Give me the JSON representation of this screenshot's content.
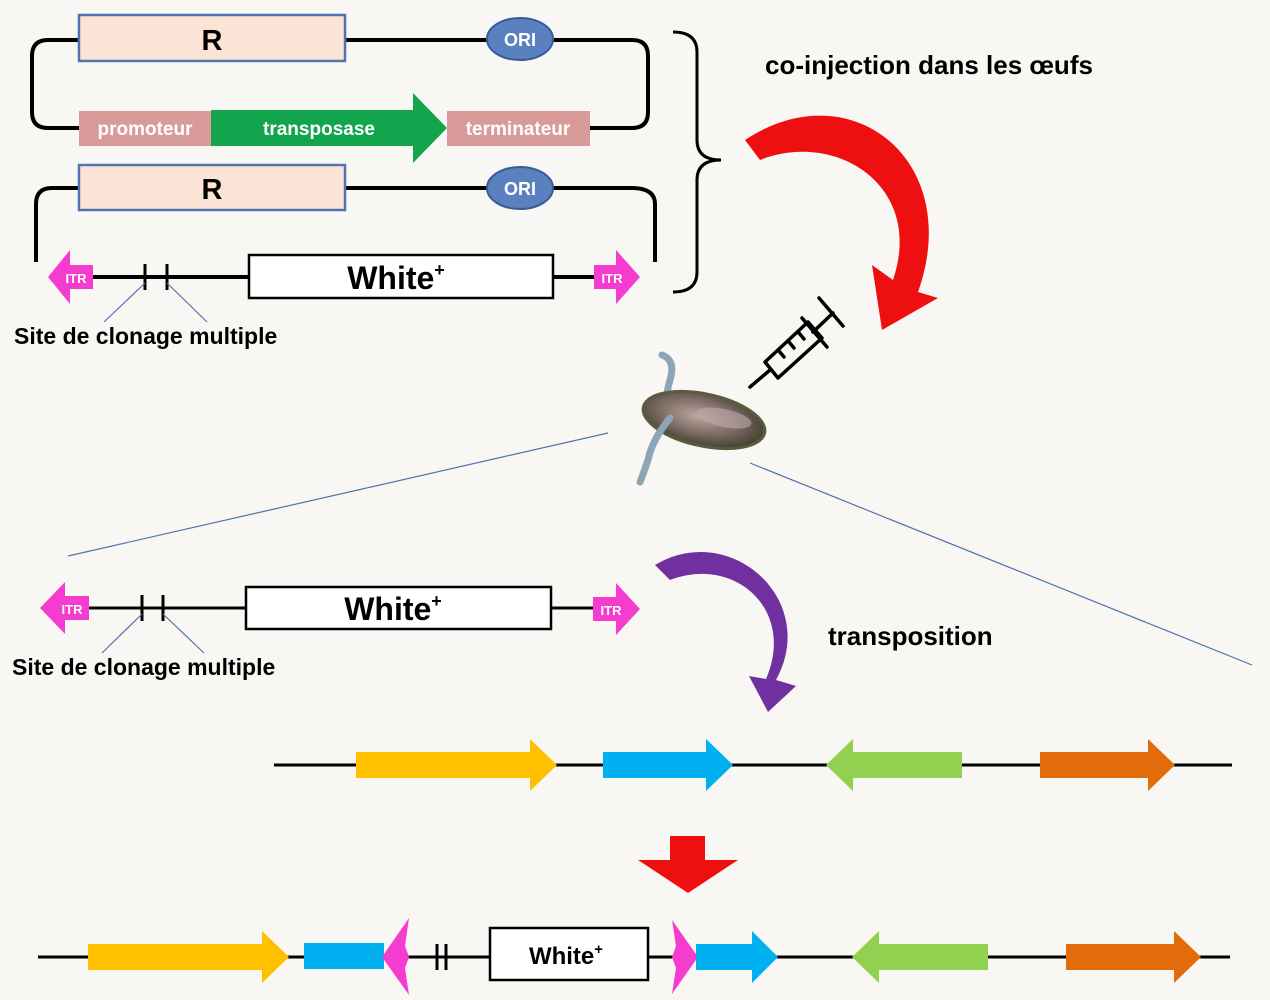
{
  "colors": {
    "background": "#f8f7f3",
    "r_box": "#fbe4d5",
    "r_box_border": "#4f74b0",
    "ori": "#5b80c0",
    "promoter": "#d99a9a",
    "transposase": "#12a54e",
    "itr": "#f43dce",
    "red_arrow": "#ee1010",
    "purple_arrow": "#7030a0",
    "gene_yellow": "#ffc000",
    "gene_blue": "#00b0f0",
    "gene_green": "#92d050",
    "gene_orange": "#e36c0a"
  },
  "plasmid1": {
    "r_label": "R",
    "ori_label": "ORI",
    "promoter_label": "promoteur",
    "transposase_label": "transposase",
    "terminator_label": "terminateur"
  },
  "plasmid2": {
    "r_label": "R",
    "ori_label": "ORI",
    "itr_left": "ITR",
    "itr_right": "ITR",
    "white_label": "White",
    "white_sup": "+",
    "mcs_label": "Site de clonage multiple"
  },
  "coinjection_label": "co-injection dans les œufs",
  "zoom_construct": {
    "itr_left": "ITR",
    "itr_right": "ITR",
    "white_label": "White",
    "white_sup": "+",
    "mcs_label": "Site de clonage multiple"
  },
  "transposition_label": "transposition",
  "result": {
    "white_label": "White",
    "white_sup": "+"
  },
  "icons": [
    "syringe-icon",
    "mosquito-egg-icon"
  ]
}
